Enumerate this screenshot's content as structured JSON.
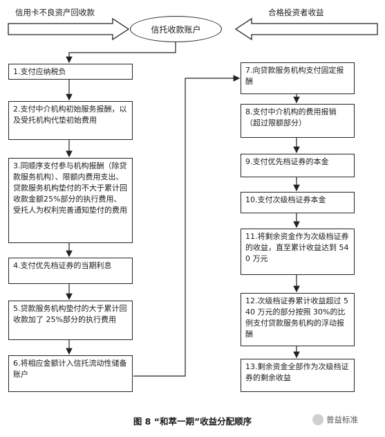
{
  "diagram": {
    "sources": {
      "left": "信用卡不良资产回收款",
      "right": "合格投资者收益"
    },
    "account": "信托收款账户",
    "left_steps": [
      "1.支付应纳税负",
      "2.支付中介机构初始服务报酬，以及受托机构代垫初始费用",
      "3.同顺序支付参与机构报酬（除贷款服务机构）、限额内费用支出、贷款服务机构垫付的不大于累计回收款金额25%部分的执行费用、受托人为权利完善通知垫付的费用",
      "4.支付优先档证券的当期利息",
      "5.贷款服务机构垫付的大于累计回收款加了 25%部分的执行费用",
      "6.将相应金额计入信托流动性储备账户"
    ],
    "right_steps": [
      "7.向贷款服务机构支付固定报酬",
      "8.支付中介机构的费用报销（超过限额部分）",
      "9.支付优先档证券的本金",
      "10.支付次级档证券本金",
      "11.将剩余资金作为次级档证券的收益，直至累计收益达到 540 万元",
      "12.次级档证券累计收益超过 540 万元的部分按照 30%的比例支付贷款服务机构的浮动报酬",
      "13.剩余资金全部作为次级档证券的剩余收益"
    ]
  },
  "caption": "图 8 “和萃一期”收益分配顺序",
  "watermark": "普益标准"
}
